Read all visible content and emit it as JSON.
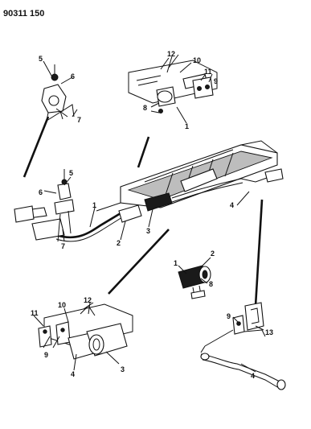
{
  "diagram": {
    "part_number": "90311 150",
    "callouts": {
      "tr_12": "12",
      "tr_10": "10",
      "tr_11": "11",
      "tr_9": "9",
      "tr_8": "8",
      "tr_1": "1",
      "tl_5": "5",
      "tl_6": "6",
      "tl_7": "7",
      "m_5": "5",
      "m_6": "6",
      "m_1": "1",
      "m_7": "7",
      "m_2": "2",
      "m_3": "3",
      "m_4": "4",
      "mr_1": "1",
      "mr_2": "2",
      "mr_8": "8",
      "bl_12": "12",
      "bl_10": "10",
      "bl_11": "11",
      "bl_9": "9",
      "bl_4": "4",
      "bl_3": "3",
      "br_9": "9",
      "br_13": "13",
      "br_4": "4"
    }
  }
}
